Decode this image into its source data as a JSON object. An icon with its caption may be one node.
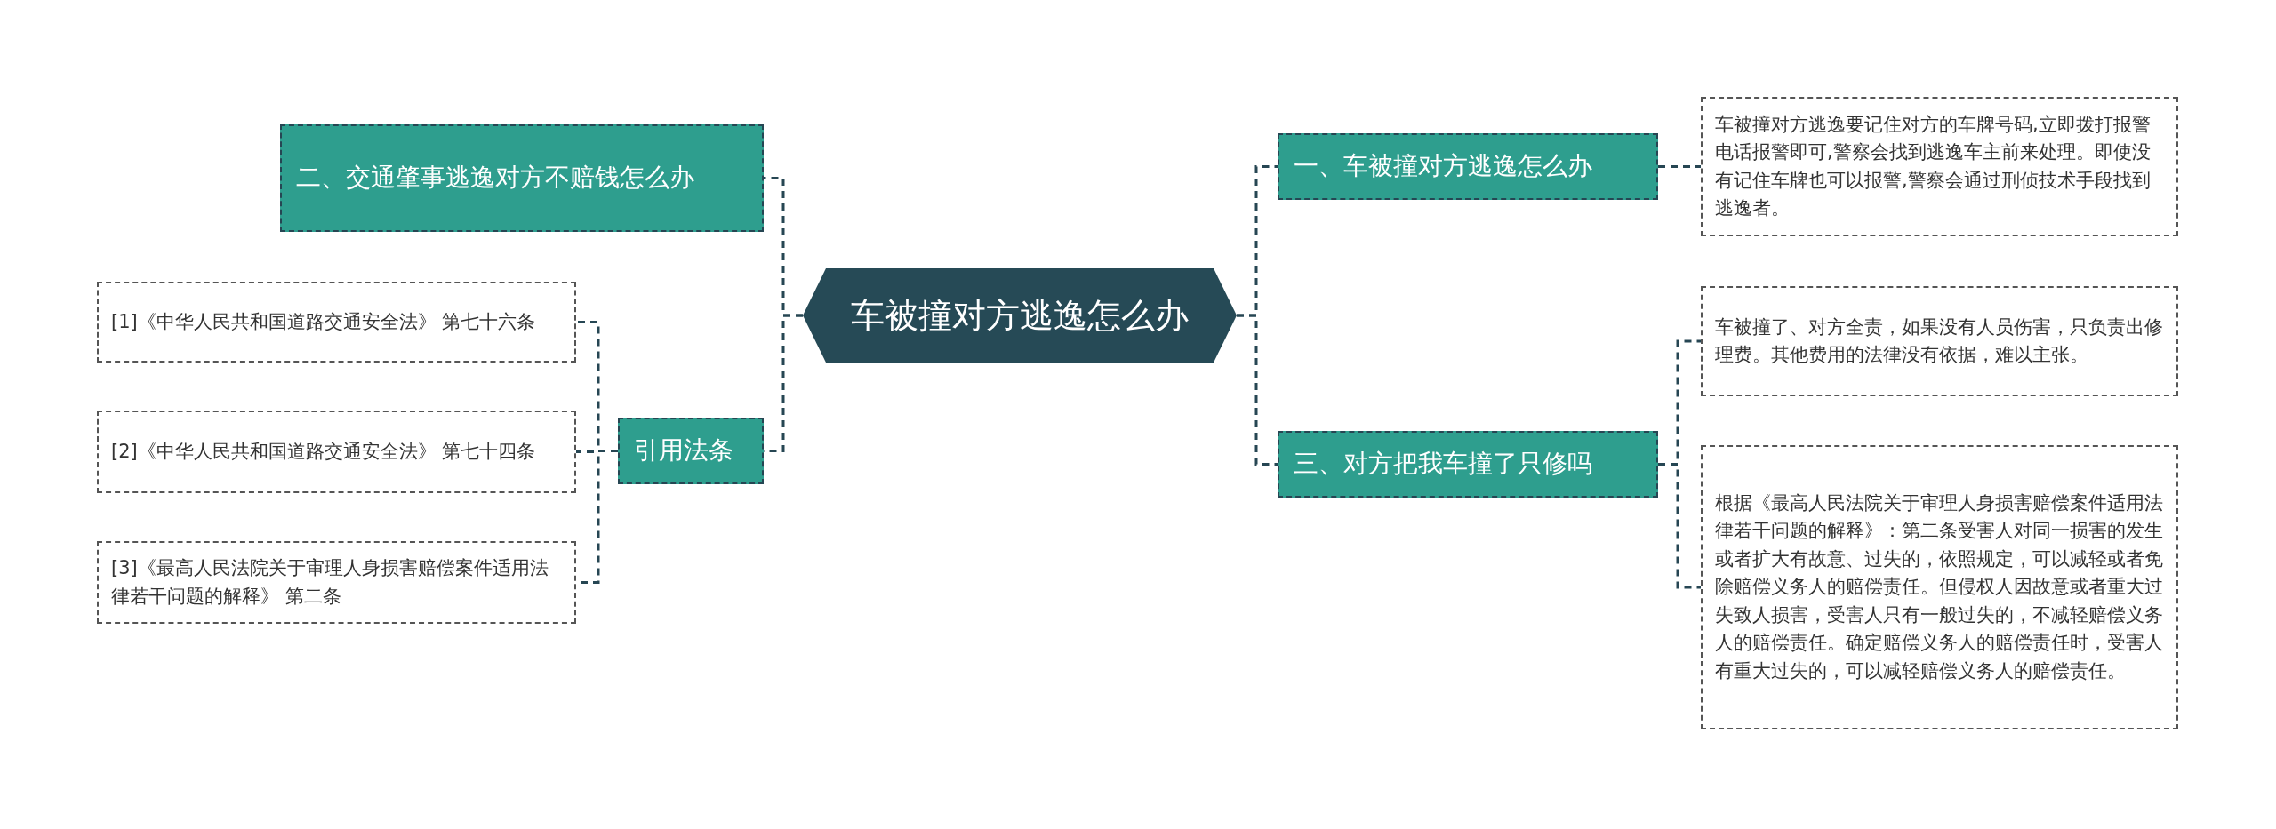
{
  "diagram": {
    "nodes": [
      {
        "text": [
          "车被撞对方逃逸怎么办"
        ]
      },
      {
        "text": [
          "二、交通肇事逃逸对方不赔钱怎么办"
        ]
      },
      {
        "text": [
          "引用法条"
        ]
      },
      {
        "text": [
          "[1]《中华人民共和国道路交通安全法》 第七十六条"
        ]
      },
      {
        "text": [
          "[2]《中华人民共和国道路交通安全法》 第七十四条"
        ]
      },
      {
        "text": [
          "[3]《最高人民法院关于审理人身损害赔偿案件适用法律若干问题的解释》 第二条"
        ]
      },
      {
        "text": [
          "一、车被撞对方逃逸怎么办"
        ]
      },
      {
        "text": [
          "车被撞对方逃逸要记住对方的车牌号码,立即拨打报警电话报警即可,警察会找到逃逸车主前来处理。即使没有记住车牌也可以报警,警察会通过刑侦技术手段找到逃逸者。"
        ]
      },
      {
        "text": [
          "三、对方把我车撞了只修吗"
        ]
      },
      {
        "text": [
          "车被撞了、对方全责，如果没有人员伤害，只负责出修理费。其他费用的法律没有依据，难以主张。"
        ]
      },
      {
        "text": [
          "根据《最高人民法院关于审理人身损害赔偿案件适用法律若干问题的解释》：第二条受害人对同一损害的发生或者扩大有故意、过失的，依照规定，可以减轻或者免除赔偿义务人的赔偿责任。但侵权人因故意或者重大过失致人损害，受害人只有一般过失的，不减轻赔偿义务人的赔偿责任。确定赔偿义务人的赔偿责任时，受害人有重大过失的，可以减轻赔偿义务人的赔偿责任。"
        ]
      }
    ],
    "edges": [
      {
        "from": 0,
        "to": 1,
        "arrow": "none",
        "style": "dashed"
      },
      {
        "from": 0,
        "to": 2,
        "arrow": "none",
        "style": "dashed"
      },
      {
        "from": 2,
        "to": 3,
        "arrow": "none",
        "style": "dashed"
      },
      {
        "from": 2,
        "to": 4,
        "arrow": "none",
        "style": "dashed"
      },
      {
        "from": 2,
        "to": 5,
        "arrow": "none",
        "style": "dashed"
      },
      {
        "from": 0,
        "to": 6,
        "arrow": "none",
        "style": "dashed"
      },
      {
        "from": 6,
        "to": 7,
        "arrow": "none",
        "style": "dashed"
      },
      {
        "from": 0,
        "to": 8,
        "arrow": "none",
        "style": "dashed"
      },
      {
        "from": 8,
        "to": 9,
        "arrow": "none",
        "style": "dashed"
      },
      {
        "from": 8,
        "to": 10,
        "arrow": "none",
        "style": "dashed"
      }
    ]
  }
}
